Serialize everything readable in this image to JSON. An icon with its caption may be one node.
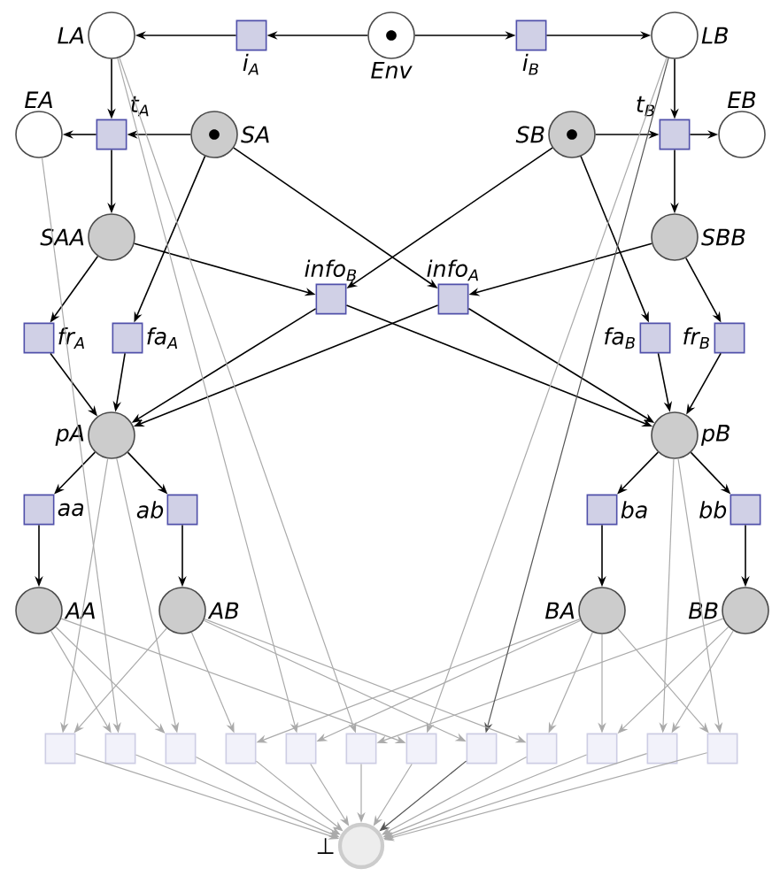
{
  "diagram": {
    "nodes": [
      {
        "text": [
          "LA"
        ]
      },
      {
        "text": [
          "i$_{A}$"
        ]
      },
      {
        "text": [
          "Env"
        ]
      },
      {
        "text": [
          "i$_{B}$"
        ]
      },
      {
        "text": [
          "LB"
        ]
      },
      {
        "text": [
          "EA"
        ]
      },
      {
        "text": [
          "t$_{A}$"
        ]
      },
      {
        "text": [
          "SA"
        ]
      },
      {
        "text": [
          "SB"
        ]
      },
      {
        "text": [
          "t$_{B}$"
        ]
      },
      {
        "text": [
          "EB"
        ]
      },
      {
        "text": [
          "SAA"
        ]
      },
      {
        "text": [
          "SBB"
        ]
      },
      {
        "text": [
          "info$_{B}$"
        ]
      },
      {
        "text": [
          "info$_{A}$"
        ]
      },
      {
        "text": [
          "fr$_{A}$"
        ]
      },
      {
        "text": [
          "fa$_{A}$"
        ]
      },
      {
        "text": [
          "fa$_{B}$"
        ]
      },
      {
        "text": [
          "fr$_{B}$"
        ]
      },
      {
        "text": [
          "pA"
        ]
      },
      {
        "text": [
          "pB"
        ]
      },
      {
        "text": [
          "aa"
        ]
      },
      {
        "text": [
          "ab"
        ]
      },
      {
        "text": [
          "ba"
        ]
      },
      {
        "text": [
          "bb"
        ]
      },
      {
        "text": [
          "AA"
        ]
      },
      {
        "text": [
          "AB"
        ]
      },
      {
        "text": [
          "BA"
        ]
      },
      {
        "text": [
          "BB"
        ]
      },
      {
        "text": [],
        "shape": "box"
      },
      {
        "text": [],
        "shape": "box"
      },
      {
        "text": [],
        "shape": "box"
      },
      {
        "text": [],
        "shape": "box"
      },
      {
        "text": [],
        "shape": "box"
      },
      {
        "text": [],
        "shape": "box"
      },
      {
        "text": [],
        "shape": "box"
      },
      {
        "text": [],
        "shape": "box"
      },
      {
        "text": [],
        "shape": "box"
      },
      {
        "text": [],
        "shape": "box"
      },
      {
        "text": [],
        "shape": "box"
      },
      {
        "text": [],
        "shape": "box"
      },
      {
        "text": [
          "⊥"
        ]
      }
    ],
    "edges": [
      {
        "from": 2,
        "to": 1,
        "arrow": "to"
      },
      {
        "from": 1,
        "to": 0,
        "arrow": "to"
      },
      {
        "from": 2,
        "to": 3,
        "arrow": "to"
      },
      {
        "from": 3,
        "to": 4,
        "arrow": "to"
      },
      {
        "from": 0,
        "to": 6,
        "arrow": "to"
      },
      {
        "from": 7,
        "to": 6,
        "arrow": "to"
      },
      {
        "from": 6,
        "to": 5,
        "arrow": "to"
      },
      {
        "from": 6,
        "to": 11,
        "arrow": "to"
      },
      {
        "from": 4,
        "to": 9,
        "arrow": "to"
      },
      {
        "from": 8,
        "to": 9,
        "arrow": "to"
      },
      {
        "from": 9,
        "to": 10,
        "arrow": "to"
      },
      {
        "from": 9,
        "to": 12,
        "arrow": "to"
      },
      {
        "from": 7,
        "to": 16,
        "arrow": "to"
      },
      {
        "from": 7,
        "to": 14,
        "arrow": "to"
      },
      {
        "from": 11,
        "to": 15,
        "arrow": "to"
      },
      {
        "from": 11,
        "to": 13,
        "arrow": "to"
      },
      {
        "from": 8,
        "to": 13,
        "arrow": "to"
      },
      {
        "from": 8,
        "to": 17,
        "arrow": "to"
      },
      {
        "from": 12,
        "to": 14,
        "arrow": "to"
      },
      {
        "from": 12,
        "to": 18,
        "arrow": "to"
      },
      {
        "from": 15,
        "to": 19,
        "arrow": "to"
      },
      {
        "from": 16,
        "to": 19,
        "arrow": "to"
      },
      {
        "from": 13,
        "to": 19,
        "arrow": "to"
      },
      {
        "from": 14,
        "to": 19,
        "arrow": "to"
      },
      {
        "from": 13,
        "to": 20,
        "arrow": "to"
      },
      {
        "from": 14,
        "to": 20,
        "arrow": "to"
      },
      {
        "from": 17,
        "to": 20,
        "arrow": "to"
      },
      {
        "from": 18,
        "to": 20,
        "arrow": "to"
      },
      {
        "from": 19,
        "to": 21,
        "arrow": "to"
      },
      {
        "from": 19,
        "to": 22,
        "arrow": "to"
      },
      {
        "from": 21,
        "to": 25,
        "arrow": "to"
      },
      {
        "from": 22,
        "to": 26,
        "arrow": "to"
      },
      {
        "from": 20,
        "to": 23,
        "arrow": "to"
      },
      {
        "from": 20,
        "to": 24,
        "arrow": "to"
      },
      {
        "from": 23,
        "to": 27,
        "arrow": "to"
      },
      {
        "from": 24,
        "to": 28,
        "arrow": "to"
      },
      {
        "from": 19,
        "to": 29,
        "arrow": "to",
        "color": "#aaaaaa"
      },
      {
        "from": 26,
        "to": 29,
        "arrow": "to",
        "color": "#aaaaaa"
      },
      {
        "from": 25,
        "to": 30,
        "arrow": "to",
        "color": "#aaaaaa"
      },
      {
        "from": 5,
        "to": 30,
        "arrow": "to",
        "color": "#aaaaaa"
      },
      {
        "from": 25,
        "to": 31,
        "arrow": "to",
        "color": "#aaaaaa"
      },
      {
        "from": 19,
        "to": 31,
        "arrow": "to",
        "color": "#aaaaaa"
      },
      {
        "from": 26,
        "to": 32,
        "arrow": "to",
        "color": "#aaaaaa"
      },
      {
        "from": 27,
        "to": 32,
        "arrow": "to",
        "color": "#aaaaaa"
      },
      {
        "from": 0,
        "to": 33,
        "arrow": "to",
        "color": "#aaaaaa"
      },
      {
        "from": 27,
        "to": 33,
        "arrow": "to",
        "color": "#aaaaaa"
      },
      {
        "from": 0,
        "to": 34,
        "arrow": "to",
        "color": "#aaaaaa"
      },
      {
        "from": 28,
        "to": 34,
        "arrow": "to",
        "color": "#aaaaaa"
      },
      {
        "from": 4,
        "to": 35,
        "arrow": "to",
        "color": "#aaaaaa"
      },
      {
        "from": 25,
        "to": 35,
        "arrow": "to",
        "color": "#aaaaaa"
      },
      {
        "from": 4,
        "to": 36,
        "arrow": "to",
        "color": "#555555"
      },
      {
        "from": 26,
        "to": 36,
        "arrow": "to",
        "color": "#aaaaaa"
      },
      {
        "from": 27,
        "to": 37,
        "arrow": "to",
        "color": "#aaaaaa"
      },
      {
        "from": 26,
        "to": 37,
        "arrow": "to",
        "color": "#aaaaaa"
      },
      {
        "from": 28,
        "to": 38,
        "arrow": "to",
        "color": "#aaaaaa"
      },
      {
        "from": 27,
        "to": 38,
        "arrow": "to",
        "color": "#aaaaaa"
      },
      {
        "from": 28,
        "to": 39,
        "arrow": "to",
        "color": "#aaaaaa"
      },
      {
        "from": 20,
        "to": 39,
        "arrow": "to",
        "color": "#aaaaaa"
      },
      {
        "from": 20,
        "to": 40,
        "arrow": "to",
        "color": "#aaaaaa"
      },
      {
        "from": 27,
        "to": 40,
        "arrow": "to",
        "color": "#aaaaaa"
      },
      {
        "from": 29,
        "to": 41,
        "arrow": "to",
        "color": "#aaaaaa"
      },
      {
        "from": 30,
        "to": 41,
        "arrow": "to",
        "color": "#aaaaaa"
      },
      {
        "from": 31,
        "to": 41,
        "arrow": "to",
        "color": "#aaaaaa"
      },
      {
        "from": 32,
        "to": 41,
        "arrow": "to",
        "color": "#aaaaaa"
      },
      {
        "from": 33,
        "to": 41,
        "arrow": "to",
        "color": "#aaaaaa"
      },
      {
        "from": 34,
        "to": 41,
        "arrow": "to",
        "color": "#aaaaaa"
      },
      {
        "from": 35,
        "to": 41,
        "arrow": "to",
        "color": "#aaaaaa"
      },
      {
        "from": 36,
        "to": 41,
        "arrow": "to",
        "color": "#555555"
      },
      {
        "from": 37,
        "to": 41,
        "arrow": "to",
        "color": "#aaaaaa"
      },
      {
        "from": 38,
        "to": 41,
        "arrow": "to",
        "color": "#aaaaaa"
      },
      {
        "from": 39,
        "to": 41,
        "arrow": "to",
        "color": "#aaaaaa"
      },
      {
        "from": 40,
        "to": 41,
        "arrow": "to",
        "color": "#aaaaaa"
      }
    ]
  }
}
